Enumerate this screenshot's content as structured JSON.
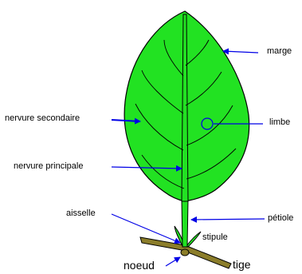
{
  "labels": {
    "marge": "marge",
    "limbe": "limbe",
    "petiole": "pétiole",
    "stipule": "stipule",
    "tige": "tige",
    "noeud": "noeud",
    "aisselle": "aisselle",
    "nervure_principale": "nervure principale",
    "nervure_secondaire": "nervure secondaire"
  },
  "colors": {
    "leaf": "#22E222",
    "outline": "#000000",
    "arrow": "#0000E6",
    "stem": "#8B7D2A",
    "stipule": "#22E222"
  }
}
